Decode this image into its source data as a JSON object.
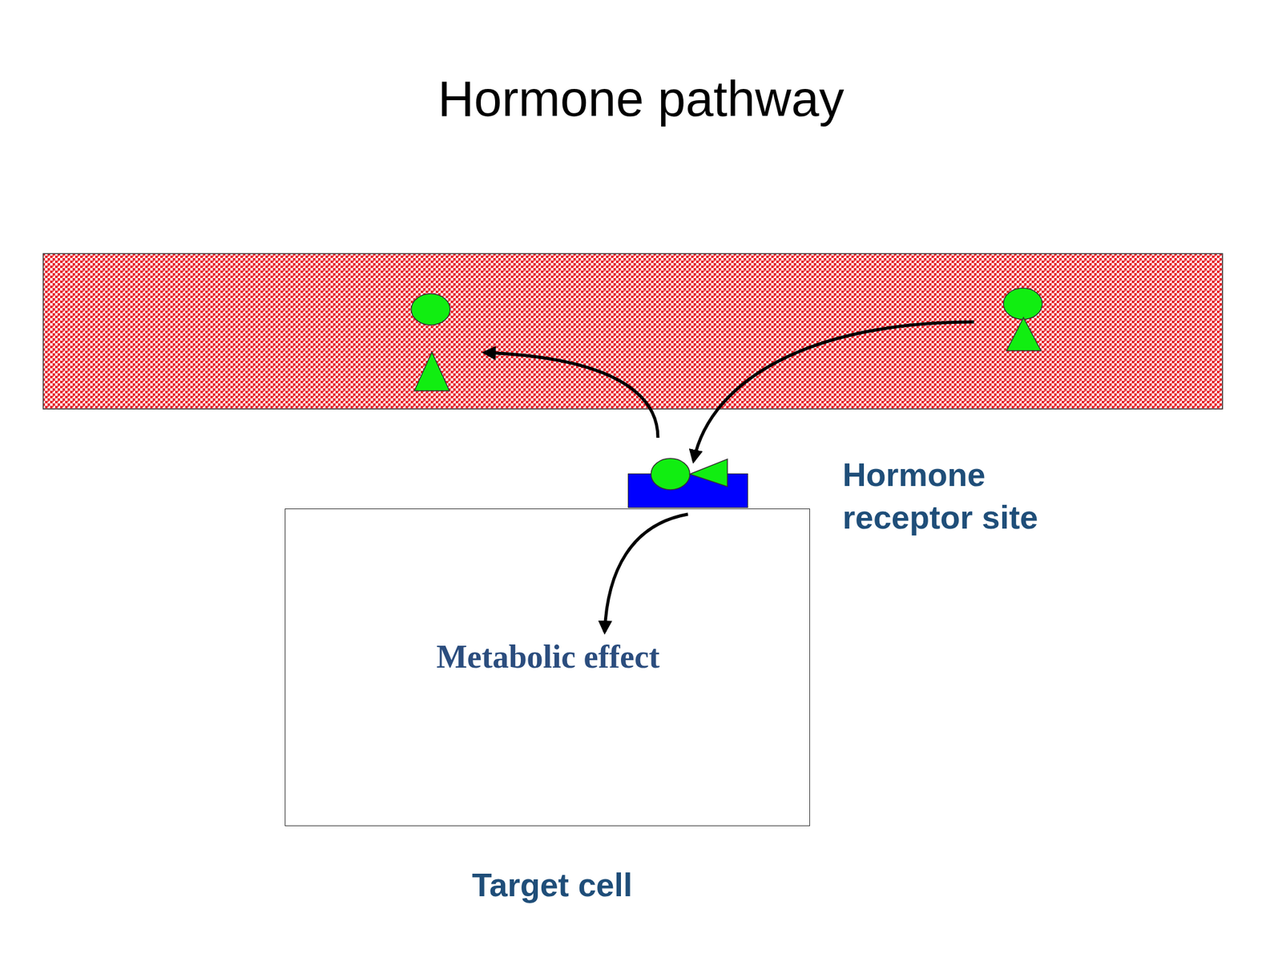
{
  "diagram": {
    "title": "Hormone pathway",
    "nodes": [
      {
        "text": [
          "Hormone receptor site"
        ]
      },
      {
        "text": [
          "Metabolic effect",
          "Target cell"
        ]
      }
    ],
    "edges": [
      {
        "from": 0,
        "to": 1,
        "arrow": "to"
      }
    ]
  }
}
